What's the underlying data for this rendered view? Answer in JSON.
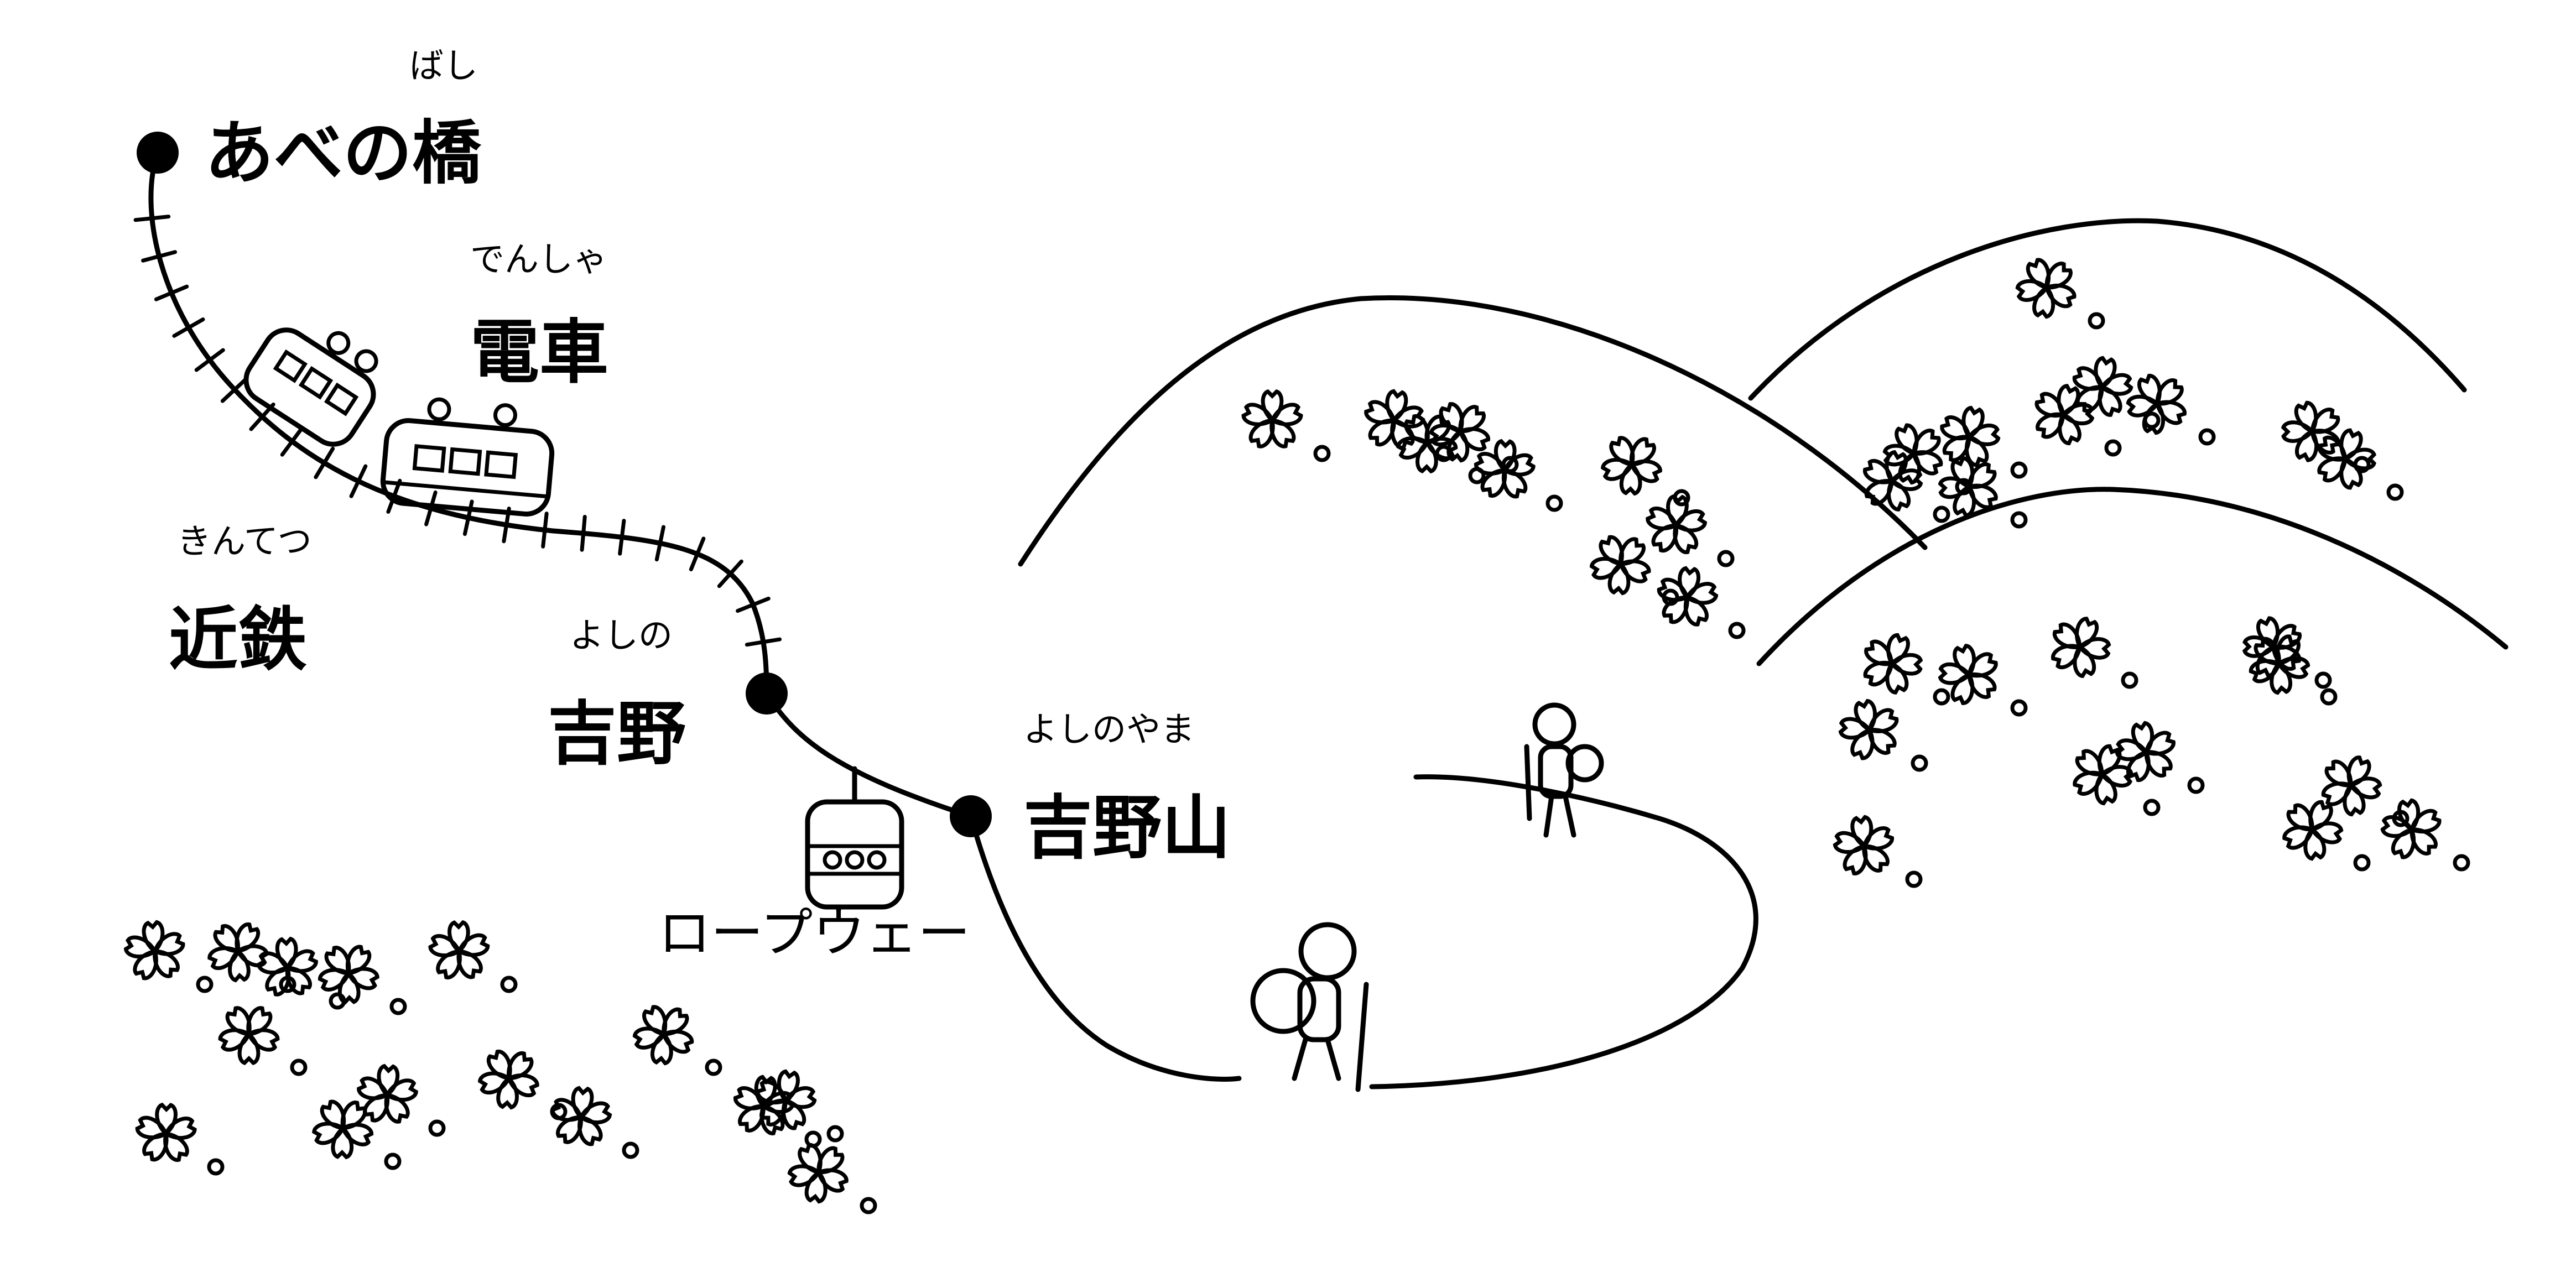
{
  "stations": [
    {
      "name": "あべの橋",
      "reading": "ばし"
    },
    {
      "name": "吉野",
      "reading": "よしの"
    },
    {
      "name": "吉野山",
      "reading": "よしのやま"
    }
  ],
  "lines": {
    "train": {
      "name": "電車",
      "reading": "でんしゃ"
    },
    "railway": {
      "name": "近鉄",
      "reading": "きんてつ"
    },
    "ropeway": {
      "name": "ロープウェー"
    }
  },
  "colors": {
    "ink": "#000000",
    "paper": "#ffffff"
  },
  "icons": [
    "train-icon",
    "ropeway-cabin-icon",
    "hiker-icon",
    "cherry-blossom-icon",
    "mountain-icon"
  ]
}
